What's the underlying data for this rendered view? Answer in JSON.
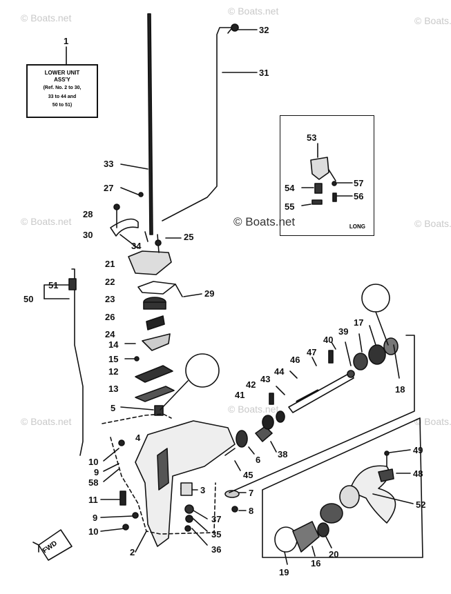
{
  "watermark": "© Boats.net",
  "lower_unit_label": {
    "title_line1": "LOWER UNIT",
    "title_line2": "ASS'Y",
    "ref_line1": "(Ref. No. 2 to 30,",
    "ref_line2": "33 to 44 and",
    "ref_line3": "50 to 51)"
  },
  "inset_label": "LONG",
  "fwd_label": "FWD",
  "callouts": {
    "c1": "1",
    "c2": "2",
    "c3": "3",
    "c4": "4",
    "c5": "5",
    "c6": "6",
    "c7": "7",
    "c8": "8",
    "c9a": "9",
    "c9b": "9",
    "c10a": "10",
    "c10b": "10",
    "c11": "11",
    "c12": "12",
    "c13": "13",
    "c14": "14",
    "c15": "15",
    "c16": "16",
    "c17": "17",
    "c18": "18",
    "c19": "19",
    "c20": "20",
    "c21": "21",
    "c22": "22",
    "c23": "23",
    "c24": "24",
    "c25": "25",
    "c26": "26",
    "c27": "27",
    "c28": "28",
    "c29": "29",
    "c30": "30",
    "c31": "31",
    "c32": "32",
    "c33": "33",
    "c34": "34",
    "c35": "35",
    "c36": "36",
    "c37": "37",
    "c38": "38",
    "c39": "39",
    "c40": "40",
    "c41": "41",
    "c42": "42",
    "c43": "43",
    "c44": "44",
    "c45": "45",
    "c46": "46",
    "c47": "47",
    "c48": "48",
    "c49": "49",
    "c50": "50",
    "c51": "51",
    "c52": "52",
    "c53": "53",
    "c54": "54",
    "c55": "55",
    "c56": "56",
    "c57": "57",
    "c58": "58"
  }
}
